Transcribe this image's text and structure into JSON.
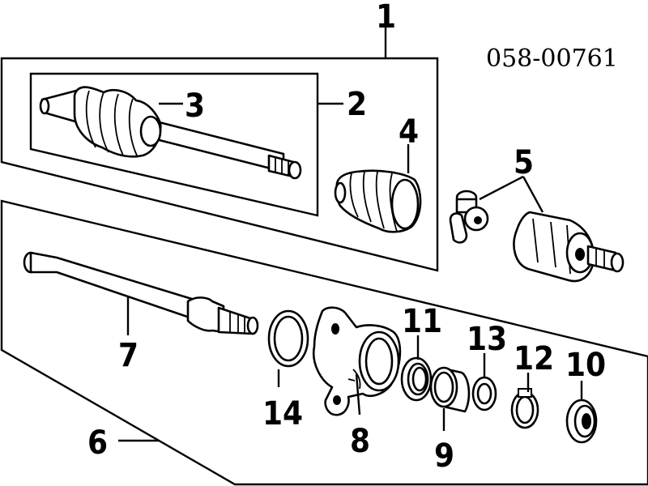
{
  "part_number": "058-00761",
  "callouts": [
    {
      "id": "c1",
      "text": "1"
    },
    {
      "id": "c2",
      "text": "2"
    },
    {
      "id": "c3",
      "text": "3"
    },
    {
      "id": "c4",
      "text": "4"
    },
    {
      "id": "c5",
      "text": "5"
    },
    {
      "id": "c6",
      "text": "6"
    },
    {
      "id": "c7",
      "text": "7"
    },
    {
      "id": "c8",
      "text": "8"
    },
    {
      "id": "c9",
      "text": "9"
    },
    {
      "id": "c10",
      "text": "10"
    },
    {
      "id": "c11",
      "text": "11"
    },
    {
      "id": "c12",
      "text": "12"
    },
    {
      "id": "c13",
      "text": "13"
    },
    {
      "id": "c14",
      "text": "14"
    }
  ]
}
